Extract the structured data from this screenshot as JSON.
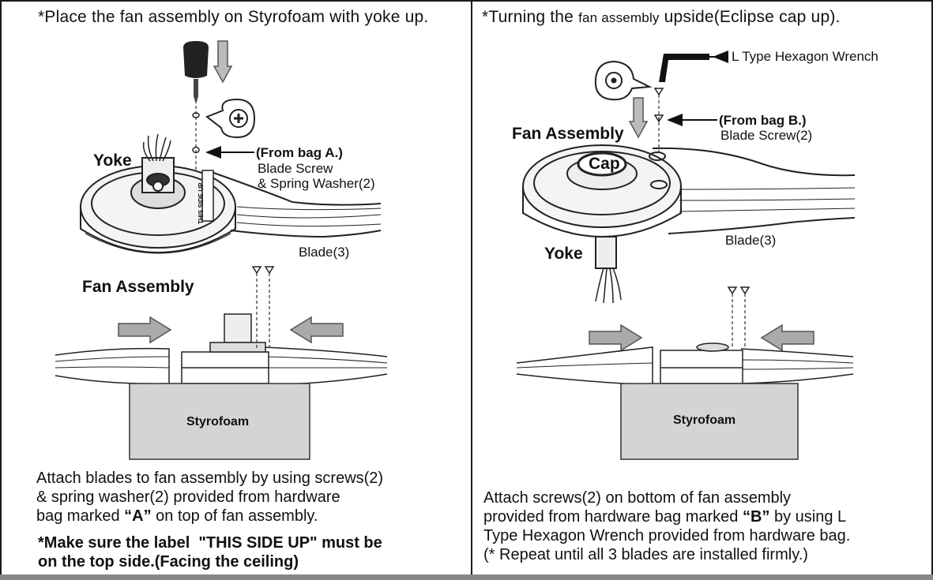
{
  "left": {
    "header": "*Place the fan assembly on Styrofoam with yoke up.",
    "yoke_label": "Yoke",
    "fan_assembly_label": "Fan Assembly",
    "from_bag": "(From bag A.)",
    "screw_line1": "Blade Screw",
    "screw_line2": "& Spring Washer(2)",
    "blade_label": "Blade(3)",
    "this_side_up": "THIS SIDE UP",
    "styrofoam": "Styrofoam",
    "instruction_l1": "Attach blades to fan assembly by using screws(2)",
    "instruction_l2": "& spring washer(2) provided from hardware",
    "instruction_l3_pre": "bag marked ",
    "instruction_l3_bold": "“A”",
    "instruction_l3_post": " on top of fan assembly.",
    "warning_l1": "*Make sure the label  \"THIS SIDE UP\" must be",
    "warning_l2": "on the top side.(Facing the ceiling)"
  },
  "right": {
    "header_pre": "*Turning the ",
    "header_small": "fan assembly",
    "header_post": " upside(Eclipse cap up).",
    "wrench_label": "L Type Hexagon Wrench",
    "from_bag": "(From bag B.)",
    "screw_label": "Blade Screw(2)",
    "fan_assembly_label": "Fan Assembly",
    "cap_label": "Cap",
    "blade_label": "Blade(3)",
    "yoke_label": "Yoke",
    "styrofoam": "Styrofoam",
    "instruction_l1": "Attach screws(2) on bottom of fan assembly",
    "instruction_l2_pre": "provided from hardware bag marked ",
    "instruction_l2_bold": "“B”",
    "instruction_l2_post": " by using L",
    "instruction_l3": "Type Hexagon Wrench provided from hardware bag.",
    "instruction_l4": "(* Repeat until all 3 blades are installed firmly.)"
  }
}
